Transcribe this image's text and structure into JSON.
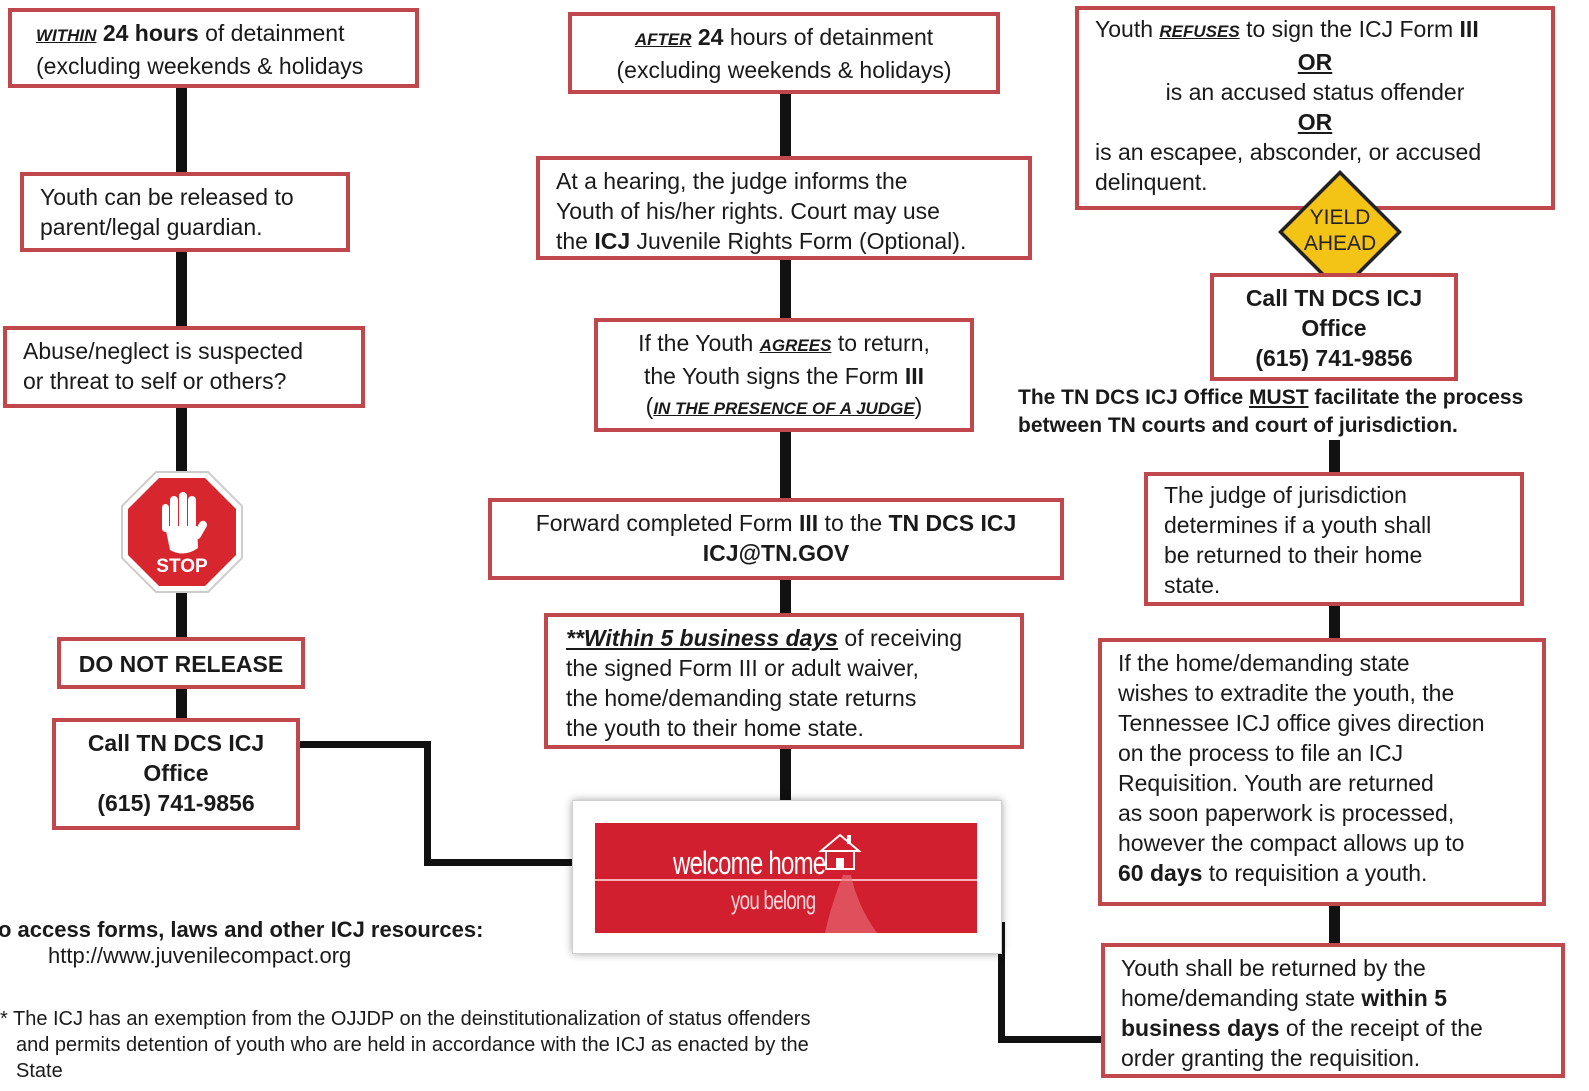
{
  "left": {
    "within_box": {
      "lead": "Within",
      "hours": "24 hours",
      "rest": " of detainment",
      "line2": "(excluding weekends & holidays"
    },
    "release_box": {
      "line1": "Youth can be released to",
      "line2": "parent/legal guardian."
    },
    "abuse_box": {
      "line1": "Abuse/neglect is suspected",
      "line2": "or threat to self or others?"
    },
    "stop_sign": {
      "text": "STOP",
      "icon": "hand-icon",
      "color": "#d7262e"
    },
    "do_not_release": "DO NOT RELEASE",
    "call_box": {
      "line1": "Call TN DCS ICJ",
      "line2": "Office",
      "line3": "(615) 741-9856"
    }
  },
  "middle": {
    "after_box": {
      "lead": "After",
      "hours": "24",
      "rest": " hours of detainment",
      "line2": "(excluding weekends & holidays)"
    },
    "hearing_box": {
      "line1": "At a hearing, the judge informs the",
      "line2": "Youth of his/her rights. Court may use",
      "line3a": "the ",
      "icj": "ICJ",
      "line3b": " Juvenile Rights Form (Optional)."
    },
    "agrees_box": {
      "l1a": "If the Youth ",
      "agrees": "agrees",
      "l1b": " to return,",
      "l2a": "the Youth signs the Form ",
      "form": "III",
      "l3": "in the presence of a judge"
    },
    "forward_box": {
      "a": "Forward completed Form ",
      "form": "III",
      "b": " to the ",
      "office": "TN DCS ICJ",
      "email": "ICJ@TN.GOV"
    },
    "within5_box": {
      "lead": "**Within 5 business days",
      "l1": " of receiving",
      "l2": "the signed Form III or adult waiver,",
      "l3": "the home/demanding state returns",
      "l4": "the youth to their home state."
    },
    "welcome": {
      "line1": "welcome home",
      "line2": "you belong",
      "color": "#d11f2f",
      "icon": "house-icon"
    }
  },
  "right": {
    "refuses_box": {
      "a": "Youth ",
      "refuses": "refuses",
      "b": " to sign the ICJ Form ",
      "form": "III",
      "or1": "OR",
      "l2": "is an accused status offender",
      "or2": "OR",
      "l3": "is an escapee, absconder, or accused",
      "l4": "delinquent."
    },
    "yield": {
      "line1": "YIELD",
      "line2": "AHEAD",
      "color": "#f3c316"
    },
    "call_box": {
      "line1": "Call TN DCS ICJ",
      "line2": "Office",
      "line3": "(615) 741-9856"
    },
    "must_note": {
      "a": "The TN DCS ICJ Office ",
      "must": "MUST",
      "b": " facilitate the process",
      "line2": "between TN courts and  court of jurisdiction."
    },
    "judge_box": {
      "l1": "The judge of jurisdiction",
      "l2": "determines  if a youth shall",
      "l3": "be returned to their home",
      "l4": "state."
    },
    "extradite_box": {
      "l1": "If the home/demanding state",
      "l2": "wishes to extradite the youth, the",
      "l3": "Tennessee ICJ office gives direction",
      "l4": "on the process to file an ICJ",
      "l5": "Requisition.   Youth are returned",
      "l6": "as soon paperwork is processed,",
      "l7": "however the compact allows up to",
      "days": "60 days",
      "l8": " to requisition a youth."
    },
    "returned_box": {
      "a": "Youth shall be returned by the",
      "b": "home/demanding state ",
      "within": "within 5",
      "c": "business days",
      "d": " of the receipt of the",
      "e": "order granting the requisition."
    }
  },
  "footer": {
    "access": "o access forms, laws and other ICJ resources:",
    "url": "http://www.juvenilecompact.org",
    "note_l1": "* The ICJ has an exemption from the OJJDP on the deinstitutionalization of status offenders",
    "note_l2": "and permits detention of  youth who are held in accordance with the ICJ as enacted by the",
    "note_l3": "State"
  }
}
